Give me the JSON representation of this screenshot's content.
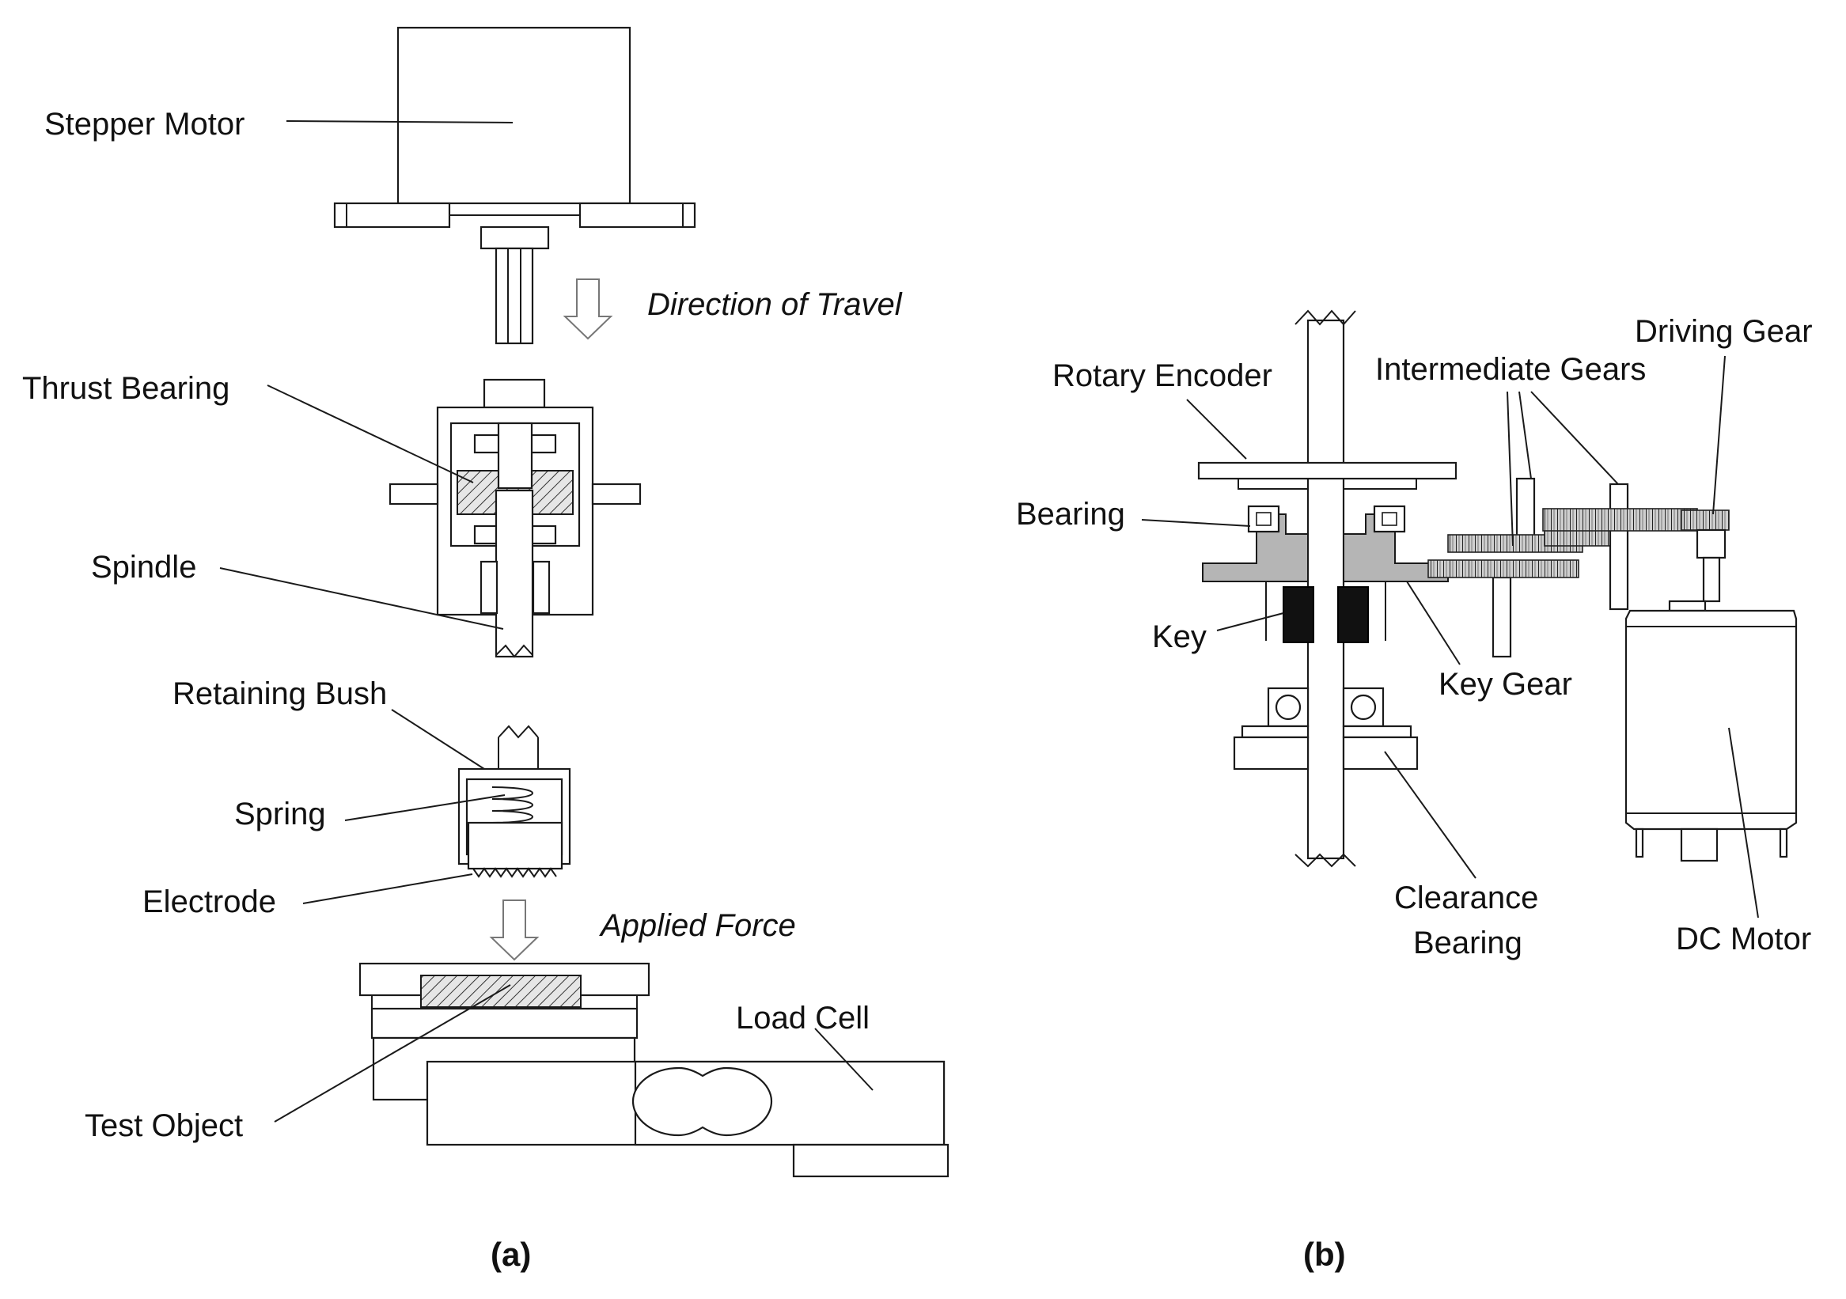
{
  "panel_a": {
    "caption": "(a)",
    "labels": {
      "stepper_motor": "Stepper Motor",
      "direction_of_travel": "Direction of Travel",
      "thrust_bearing": "Thrust Bearing",
      "spindle": "Spindle",
      "retaining_bush": "Retaining Bush",
      "spring": "Spring",
      "electrode": "Electrode",
      "applied_force": "Applied Force",
      "load_cell": "Load Cell",
      "test_object": "Test Object"
    }
  },
  "panel_b": {
    "caption": "(b)",
    "labels": {
      "rotary_encoder": "Rotary Encoder",
      "intermediate_gears": "Intermediate Gears",
      "driving_gear": "Driving Gear",
      "bearing": "Bearing",
      "key": "Key",
      "key_gear": "Key Gear",
      "clearance_bearing_line1": "Clearance",
      "clearance_bearing_line2": "Bearing",
      "dc_motor": "DC Motor"
    }
  }
}
